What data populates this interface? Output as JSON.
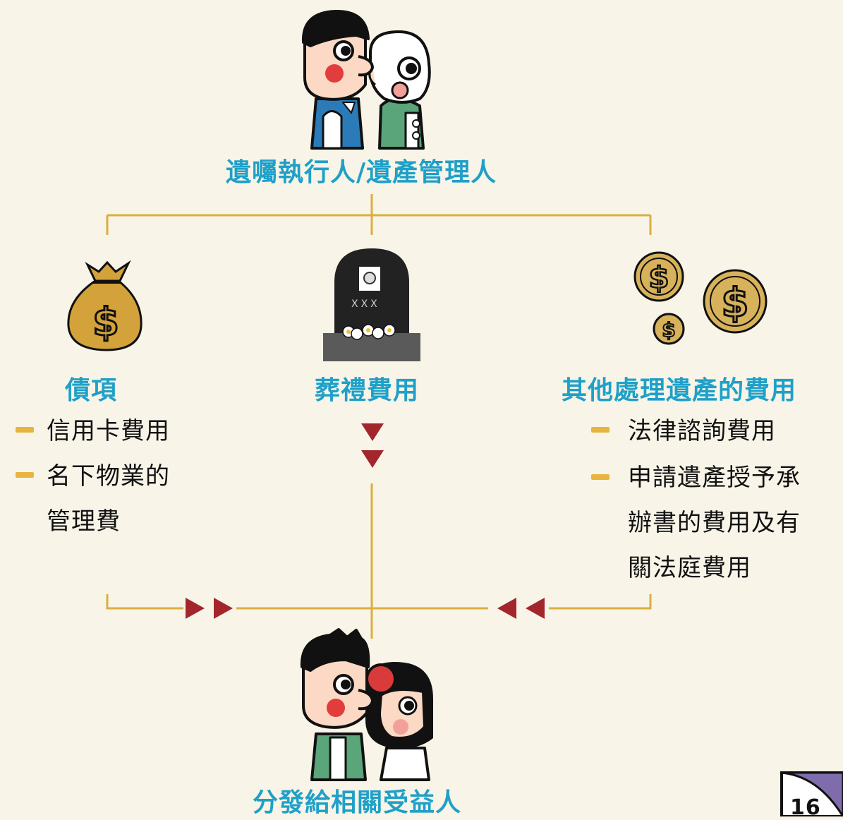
{
  "top_label": "遺囑執行人/遺產管理人",
  "bottom_label": "分發給相關受益人",
  "branches": {
    "debts": {
      "title": "債項",
      "items": [
        "信用卡費用",
        "名下物業的",
        "管理費"
      ]
    },
    "funeral": {
      "title": "葬禮費用",
      "tombstone_text": "XXX"
    },
    "other": {
      "title": "其他處理遺產的費用",
      "items": [
        "法律諮詢費用",
        "申請遺產授予承",
        "辦書的費用及有",
        "關法庭費用"
      ]
    }
  },
  "page_number": "16",
  "colors": {
    "background": "#f8f4e8",
    "title": "#1fa0c8",
    "connector": "#dcae3f",
    "arrow": "#a3262d",
    "bullet": "#e7b43f",
    "coin": "#d8b25a"
  },
  "icons": [
    "executor-people-icon",
    "money-bag-icon",
    "tombstone-icon",
    "coins-icon",
    "beneficiaries-icon",
    "page-corner-icon"
  ]
}
